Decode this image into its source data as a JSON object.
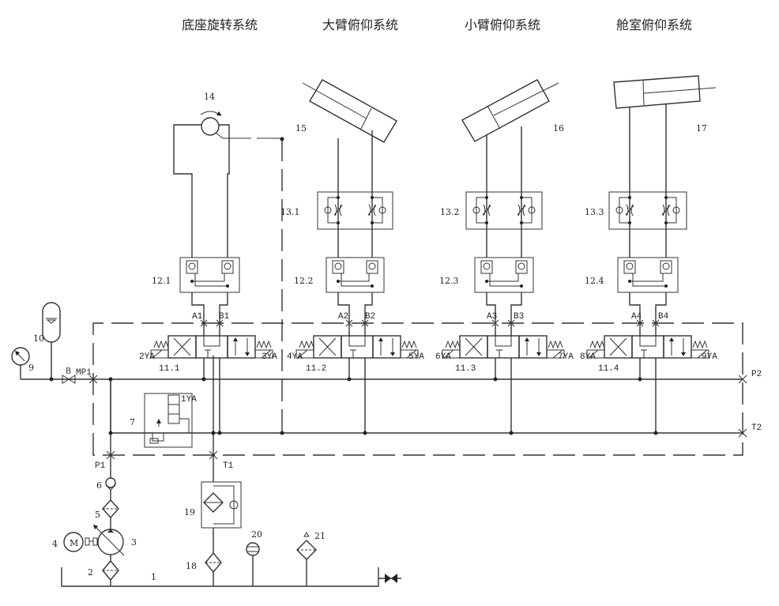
{
  "titles": {
    "base_rotation": "底座旋转系统",
    "boom_pitch": "大臂俯仰系统",
    "arm_pitch": "小臂俯仰系统",
    "cabin_pitch": "舱室俯仰系统"
  },
  "components": {
    "c1": "1",
    "c2": "2",
    "c3": "3",
    "c4": "4",
    "c5": "5",
    "c6": "6",
    "c7": "7",
    "c8": "8",
    "c9": "9",
    "c10": "10",
    "c11_1": "11.1",
    "c11_2": "11.2",
    "c11_3": "11.3",
    "c11_4": "11.4",
    "c12_1": "12.1",
    "c12_2": "12.2",
    "c12_3": "12.3",
    "c12_4": "12.4",
    "c13_1": "13.1",
    "c13_2": "13.2",
    "c13_3": "13.3",
    "c14": "14",
    "c15": "15",
    "c16": "16",
    "c17": "17",
    "c18": "18",
    "c19": "19",
    "c20": "20",
    "c21": "21"
  },
  "motor_label": "M",
  "ports": {
    "A1": "A1",
    "B1": "B1",
    "A2": "A2",
    "B2": "B2",
    "A3": "A3",
    "B3": "B3",
    "A4": "A4",
    "B4": "B4",
    "P1": "P1",
    "T1": "T1",
    "P2": "P2",
    "T2": "T2",
    "MP1": "MP1"
  },
  "solenoids": {
    "s1": "1YA",
    "s2": "2YA",
    "s3": "3YA",
    "s4": "4YA",
    "s5": "5YA",
    "s6": "6YA",
    "s7": "7YA",
    "s8": "8YA",
    "s9": "9YA"
  }
}
